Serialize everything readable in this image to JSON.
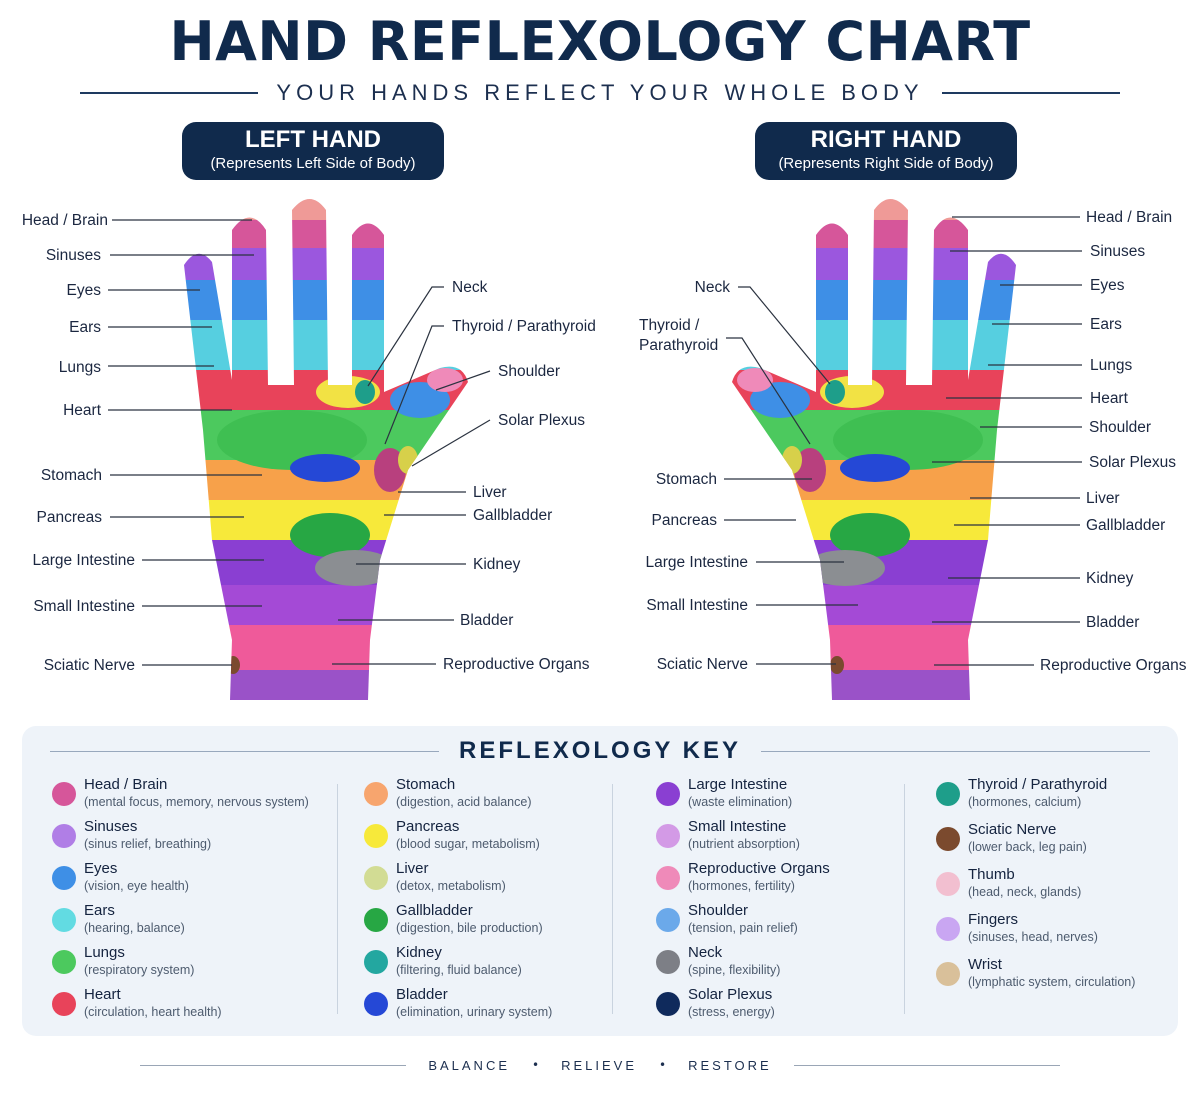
{
  "title": "HAND REFLEXOLOGY CHART",
  "subtitle": "YOUR HANDS REFLECT YOUR WHOLE BODY",
  "left_hand": {
    "title": "LEFT HAND",
    "subtitle": "(Represents Left Side of Body)",
    "labels": [
      {
        "text": "Head / Brain"
      },
      {
        "text": "Sinuses"
      },
      {
        "text": "Eyes"
      },
      {
        "text": "Ears"
      },
      {
        "text": "Lungs"
      },
      {
        "text": "Heart"
      },
      {
        "text": "Stomach"
      },
      {
        "text": "Pancreas"
      },
      {
        "text": "Large Intestine"
      },
      {
        "text": "Small Intestine"
      },
      {
        "text": "Sciatic Nerve"
      },
      {
        "text": "Neck"
      },
      {
        "text": "Thyroid / Parathyroid"
      },
      {
        "text": "Shoulder"
      },
      {
        "text": "Solar Plexus"
      },
      {
        "text": "Liver"
      },
      {
        "text": "Gallbladder"
      },
      {
        "text": "Kidney"
      },
      {
        "text": "Bladder"
      },
      {
        "text": "Reproductive Organs"
      }
    ]
  },
  "right_hand": {
    "title": "RIGHT HAND",
    "subtitle": "(Represents Right Side of Body)",
    "labels": [
      {
        "text": "Neck"
      },
      {
        "text": "Thyroid /"
      },
      {
        "text": "Parathyroid"
      },
      {
        "text": "Stomach"
      },
      {
        "text": "Pancreas"
      },
      {
        "text": "Large Intestine"
      },
      {
        "text": "Small Intestine"
      },
      {
        "text": "Sciatic Nerve"
      },
      {
        "text": "Head / Brain"
      },
      {
        "text": "Sinuses"
      },
      {
        "text": "Eyes"
      },
      {
        "text": "Ears"
      },
      {
        "text": "Lungs"
      },
      {
        "text": "Heart"
      },
      {
        "text": "Shoulder"
      },
      {
        "text": "Solar Plexus"
      },
      {
        "text": "Liver"
      },
      {
        "text": "Gallbladder"
      },
      {
        "text": "Kidney"
      },
      {
        "text": "Bladder"
      },
      {
        "text": "Reproductive Organs"
      }
    ]
  },
  "key": {
    "title": "REFLEXOLOGY KEY",
    "columns": [
      [
        {
          "name": "Head / Brain",
          "desc": "(mental focus, memory, nervous system)",
          "color": "#d6569a"
        },
        {
          "name": "Sinuses",
          "desc": "(sinus relief, breathing)",
          "color": "#b07ee6"
        },
        {
          "name": "Eyes",
          "desc": "(vision, eye health)",
          "color": "#3e8fe6"
        },
        {
          "name": "Ears",
          "desc": "(hearing, balance)",
          "color": "#62dbe2"
        },
        {
          "name": "Lungs",
          "desc": "(respiratory system)",
          "color": "#4cc95e"
        },
        {
          "name": "Heart",
          "desc": "(circulation, heart health)",
          "color": "#e8435a"
        }
      ],
      [
        {
          "name": "Stomach",
          "desc": "(digestion, acid balance)",
          "color": "#f7a56e"
        },
        {
          "name": "Pancreas",
          "desc": "(blood sugar, metabolism)",
          "color": "#f7e93a"
        },
        {
          "name": "Liver",
          "desc": "(detox, metabolism)",
          "color": "#d2dc94"
        },
        {
          "name": "Gallbladder",
          "desc": "(digestion, bile production)",
          "color": "#27a744"
        },
        {
          "name": "Kidney",
          "desc": "(filtering, fluid balance)",
          "color": "#23a7a0"
        },
        {
          "name": "Bladder",
          "desc": "(elimination, urinary system)",
          "color": "#2548d6"
        }
      ],
      [
        {
          "name": "Large Intestine",
          "desc": "(waste elimination)",
          "color": "#8a3fd2"
        },
        {
          "name": "Small Intestine",
          "desc": "(nutrient absorption)",
          "color": "#d39ae6"
        },
        {
          "name": "Reproductive Organs",
          "desc": "(hormones, fertility)",
          "color": "#ef8ab9"
        },
        {
          "name": "Shoulder",
          "desc": "(tension, pain relief)",
          "color": "#6ba9ea"
        },
        {
          "name": "Neck",
          "desc": "(spine, flexibility)",
          "color": "#7d7f86"
        },
        {
          "name": "Solar Plexus",
          "desc": "(stress, energy)",
          "color": "#0f2a5c"
        }
      ],
      [
        {
          "name": "Thyroid / Parathyroid",
          "desc": "(hormones, calcium)",
          "color": "#1e9e8a"
        },
        {
          "name": "Sciatic Nerve",
          "desc": "(lower back, leg pain)",
          "color": "#7b4a2e"
        },
        {
          "name": "Thumb",
          "desc": "(head, neck, glands)",
          "color": "#f2bfd0"
        },
        {
          "name": "Fingers",
          "desc": "(sinuses, head, nerves)",
          "color": "#c9a6f2"
        },
        {
          "name": "Wrist",
          "desc": "(lymphatic system, circulation)",
          "color": "#d9c09a"
        }
      ]
    ]
  },
  "footer": {
    "words": [
      "BALANCE",
      "RELIEVE",
      "RESTORE"
    ],
    "separator": "•"
  }
}
